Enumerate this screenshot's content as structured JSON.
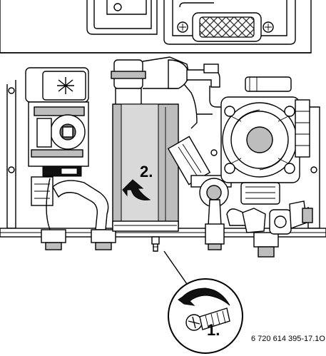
{
  "diagram": {
    "steps": [
      {
        "label": "1."
      },
      {
        "label": "2."
      }
    ],
    "reference_code": "6 720 614 395-17.1O",
    "colors": {
      "line": "#000000",
      "fill_light": "#ffffff",
      "fill_grey": "#bdbdbd",
      "fill_dark": "#6e6e6e",
      "grid": "#444444"
    },
    "icons": [
      "screw-icon",
      "rotation-arrow-icon",
      "upward-arrow-icon"
    ]
  }
}
